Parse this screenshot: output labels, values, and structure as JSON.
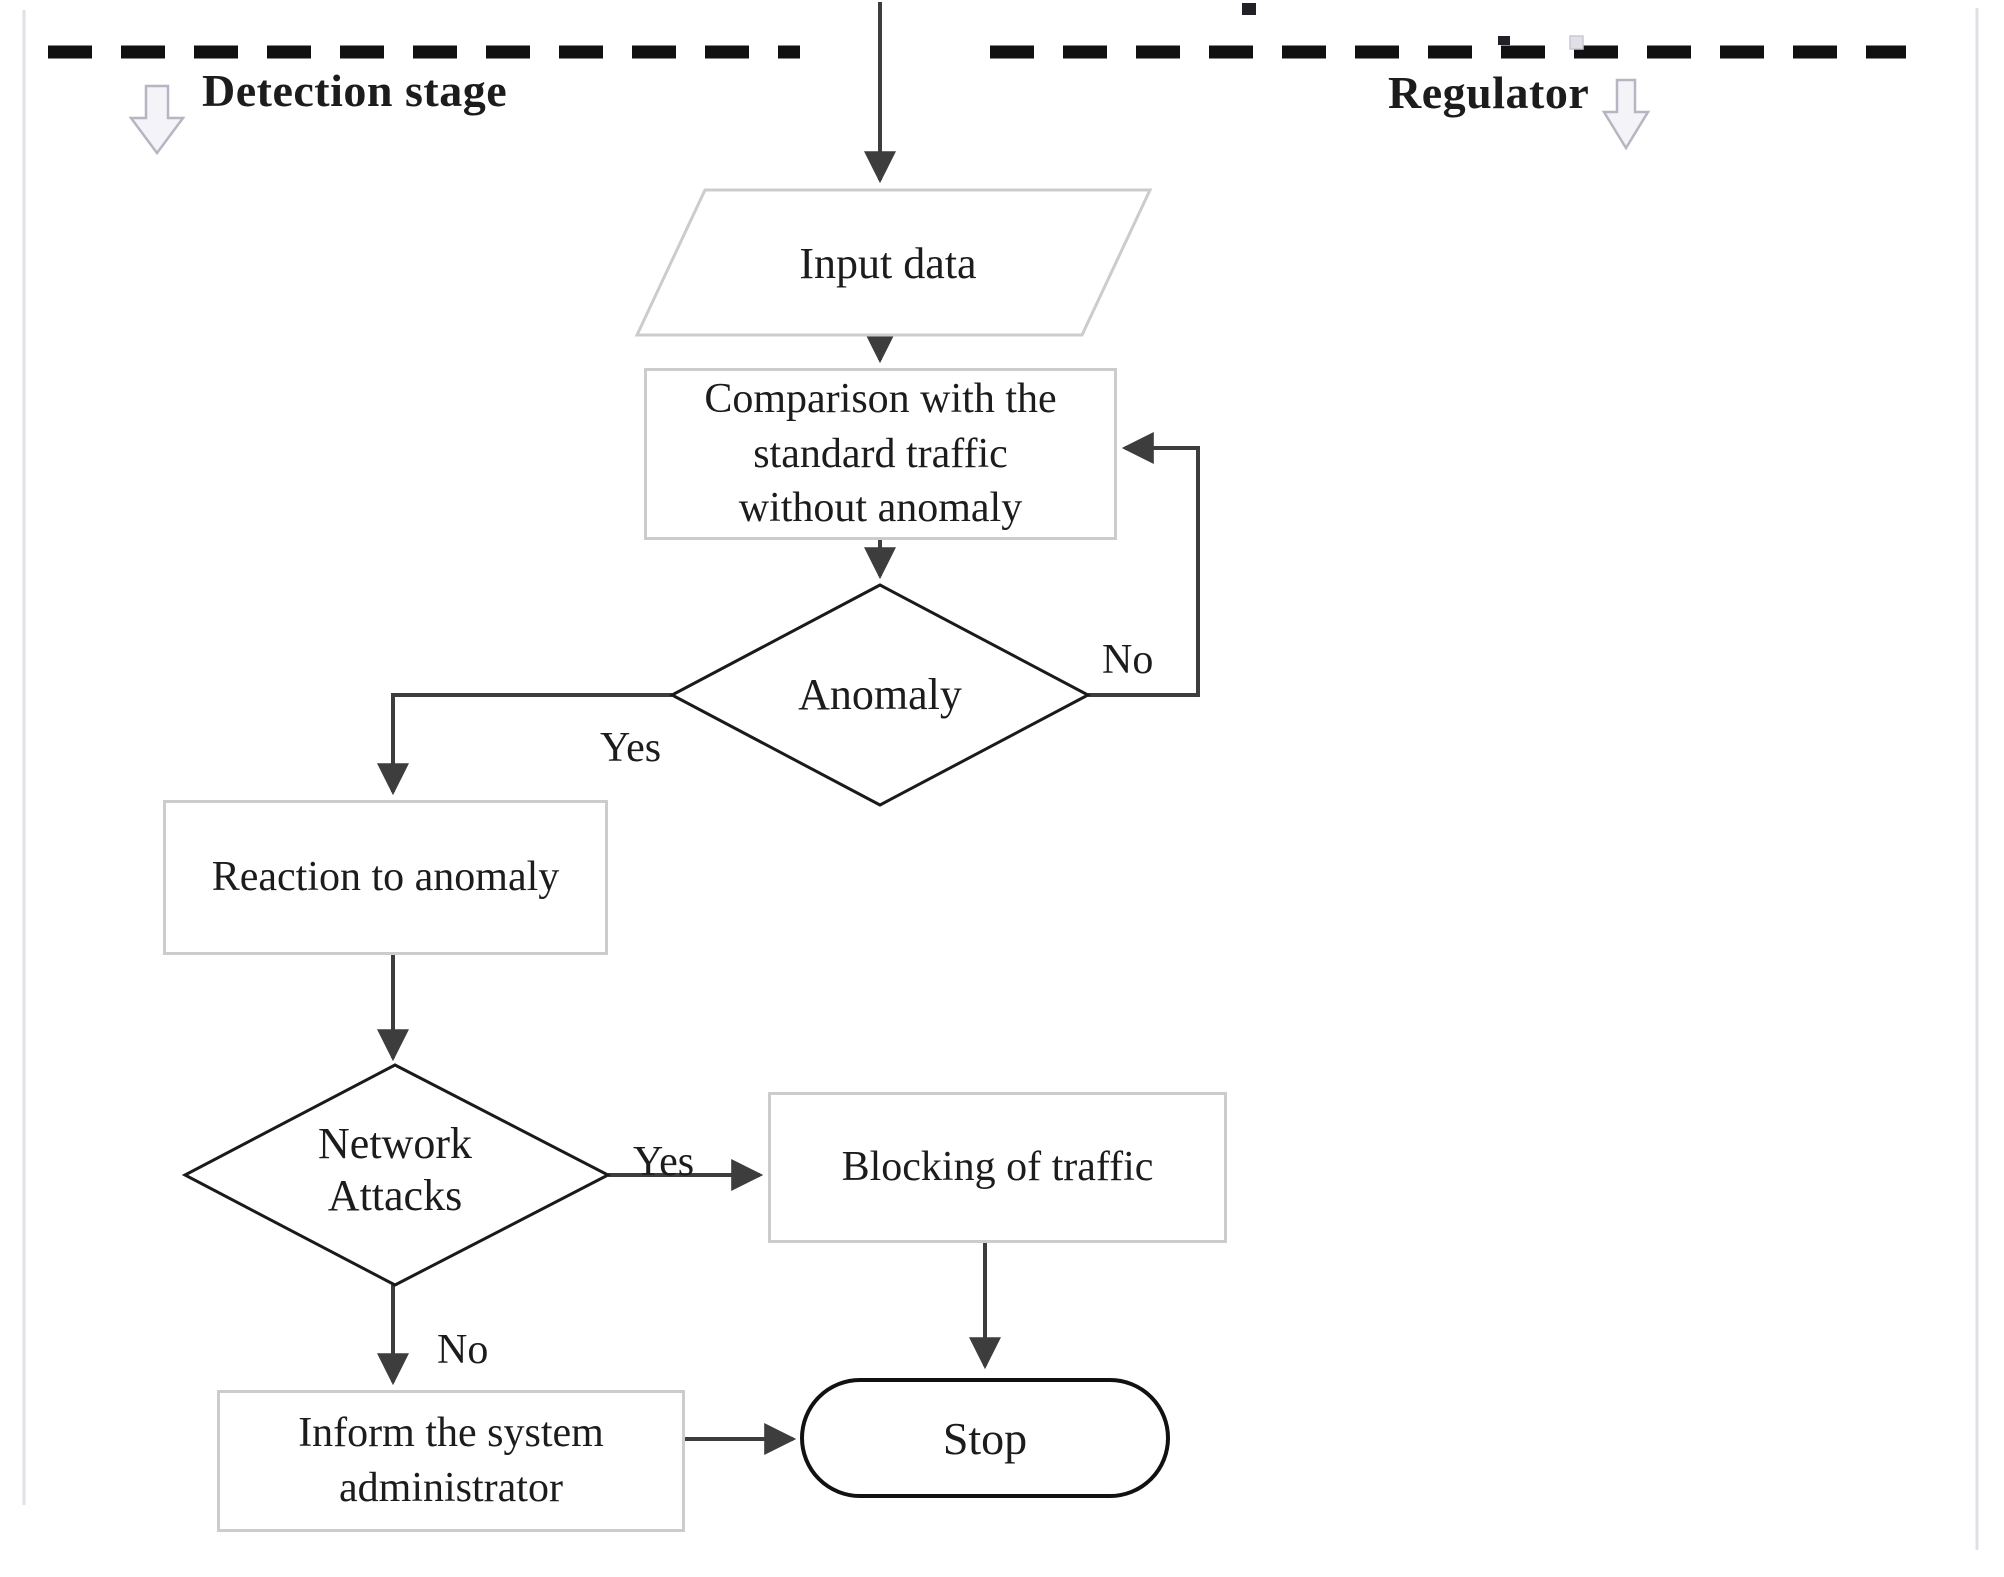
{
  "title": "Anomaly detection and reaction flowchart",
  "colors": {
    "background": "#ffffff",
    "text": "#1c1c1c",
    "connector": "#3d3d3d",
    "shape_border": "#cccccc",
    "decision_border": "#1a1a1a",
    "terminator_border": "#111111",
    "divider": "#111111",
    "lane_icon_fill": "#f3f3f8",
    "lane_icon_border": "#b6b6c2",
    "page_line": "#e0e0e6"
  },
  "lanes": {
    "detection": {
      "label": "Detection stage"
    },
    "regulator": {
      "label": "Regulator"
    }
  },
  "nodes": {
    "input": {
      "type": "io",
      "label": "Input data"
    },
    "comparison": {
      "type": "process",
      "lines": [
        "Comparison with the",
        "standard traffic",
        "without anomaly"
      ]
    },
    "anomaly": {
      "type": "decision",
      "label": "Anomaly"
    },
    "reaction": {
      "type": "process",
      "label": "Reaction to anomaly"
    },
    "network": {
      "type": "decision",
      "lines": [
        "Network",
        "Attacks"
      ]
    },
    "blocking": {
      "type": "process",
      "label": "Blocking of traffic"
    },
    "inform": {
      "type": "process",
      "lines": [
        "Inform the system",
        "administrator"
      ]
    },
    "stop": {
      "type": "terminator",
      "label": "Stop"
    }
  },
  "edges": {
    "anomaly_yes": {
      "label": "Yes"
    },
    "anomaly_no": {
      "label": "No"
    },
    "network_yes": {
      "label": "Yes"
    },
    "network_no": {
      "label": "No"
    }
  }
}
